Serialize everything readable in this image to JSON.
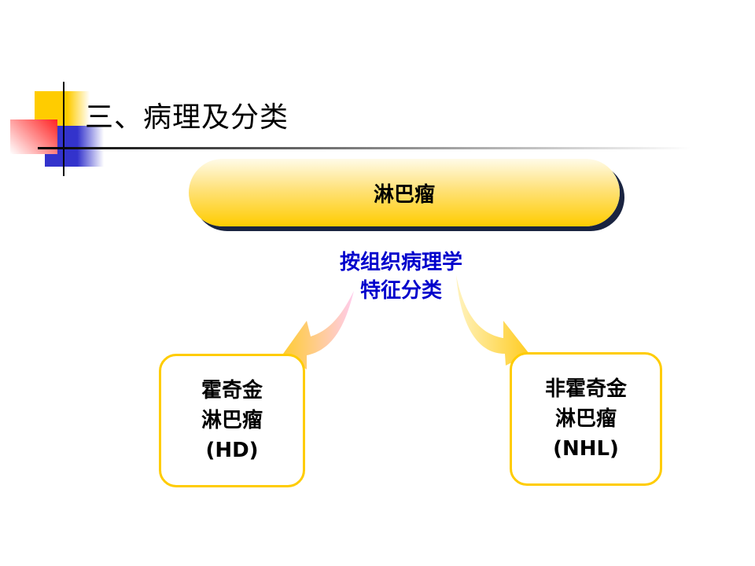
{
  "title": "三、病理及分类",
  "root": "淋巴瘤",
  "criterion": [
    "按组织病理学",
    "特征分类"
  ],
  "left": [
    "霍奇金",
    "淋巴瘤",
    "(HD)"
  ],
  "right": [
    "非霍奇金",
    "淋巴瘤",
    "(NHL)"
  ]
}
